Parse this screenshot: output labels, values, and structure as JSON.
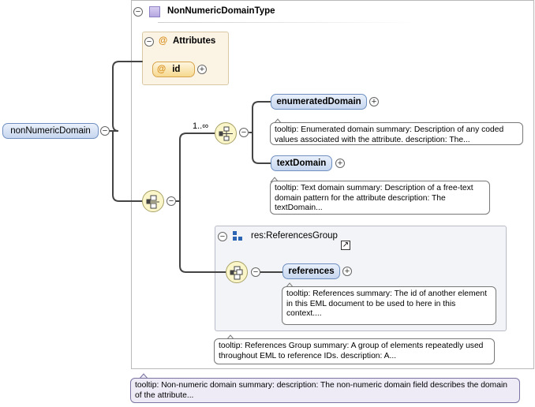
{
  "root_element": "nonNumericDomain",
  "complex_type": "NonNumericDomainType",
  "attributes_label": "Attributes",
  "attribute": "id",
  "choice_multiplicity": "1..∞",
  "elements": {
    "enumerated": "enumeratedDomain",
    "text": "textDomain",
    "references": "references"
  },
  "group_name": "res:ReferencesGroup",
  "tooltips": {
    "enumerated": "tooltip: Enumerated domain summary: Description of any coded values associated with the attribute. description: The...",
    "text": "tooltip: Text domain summary: Description of a free-text domain pattern for the attribute description: The textDomain...",
    "references": "tooltip: References summary: The id of another element in this EML document to be used to here in this context....",
    "group": "tooltip: References Group summary: A group of elements repeatedly used throughout EML to reference IDs. description: A...",
    "root": "tooltip: Non-numeric domain summary: description: The non-numeric domain field describes the domain of the attribute..."
  },
  "icons": {
    "collapse": "minus-circle-icon",
    "expand": "plus-circle-icon",
    "type": "complex-type-icon",
    "attribute": "at-sign-icon",
    "group": "group-icon",
    "link": "external-link-icon",
    "sequence": "sequence-compositor-icon",
    "choice": "choice-compositor-icon"
  },
  "colors": {
    "element_fill": "#c6d6ef",
    "element_border": "#6e8fc0",
    "attribute_fill": "#f6d88f",
    "compositor_fill": "#fbf6c9",
    "root_tooltip_fill": "#eeebf7",
    "connector": "#444444"
  }
}
